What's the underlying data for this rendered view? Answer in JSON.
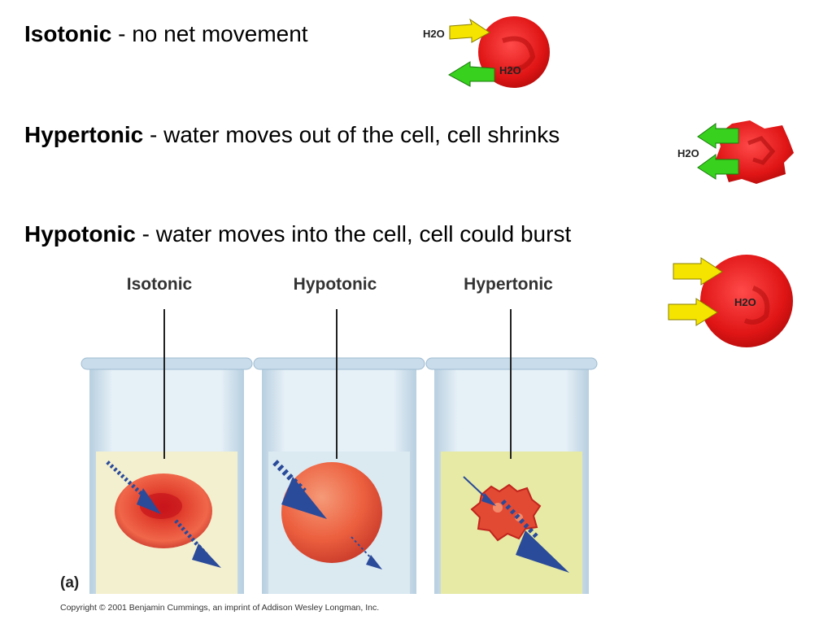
{
  "statements": [
    {
      "term": "Isotonic",
      "description": " - no net movement"
    },
    {
      "term": "Hypertonic",
      "description": " - water moves out of the cell, cell shrinks"
    },
    {
      "term": "Hypotonic",
      "description": " - water moves into the cell, cell could burst"
    }
  ],
  "water_label": "H2O",
  "figure": {
    "beaker_labels": [
      "Isotonic",
      "Hypotonic",
      "Hypertonic"
    ],
    "panel_label": "(a)",
    "copyright": "Copyright © 2001 Benjamin Cummings, an imprint of Addison Wesley Longman, Inc."
  },
  "colors": {
    "cell_red": "#e01515",
    "arrow_yellow": "#f5e400",
    "arrow_green": "#38d21e",
    "beaker_blue": "#bcd6e8",
    "solution_isotonic": "#f3f0cf",
    "solution_hypotonic": "#dbe9f1",
    "solution_hypertonic": "#e6eaa4",
    "flow_arrow": "#2a4a9a"
  }
}
